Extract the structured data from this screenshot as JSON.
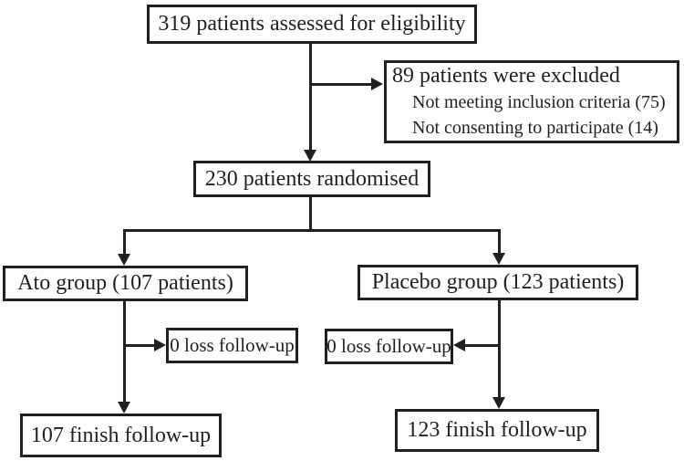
{
  "diagram": {
    "type": "consort-flowchart",
    "ink_color": "#231f20",
    "background_color": "#fdfdfd"
  },
  "nodes": {
    "eligibility": {
      "label": "319 patients assessed for eligibility"
    },
    "excluded": {
      "title": "89 patients were excluded",
      "reasons": [
        "Not meeting inclusion criteria (75)",
        "Not consenting to participate (14)"
      ]
    },
    "randomised": {
      "label": "230 patients randomised"
    },
    "ato_group": {
      "label": "Ato group (107 patients)"
    },
    "placebo_group": {
      "label": "Placebo group (123 patients)"
    },
    "ato_loss": {
      "label": "0 loss follow-up"
    },
    "placebo_loss": {
      "label": "0 loss follow-up"
    },
    "ato_finish": {
      "label": "107 finish follow-up"
    },
    "placebo_finish": {
      "label": "123 finish follow-up"
    }
  }
}
